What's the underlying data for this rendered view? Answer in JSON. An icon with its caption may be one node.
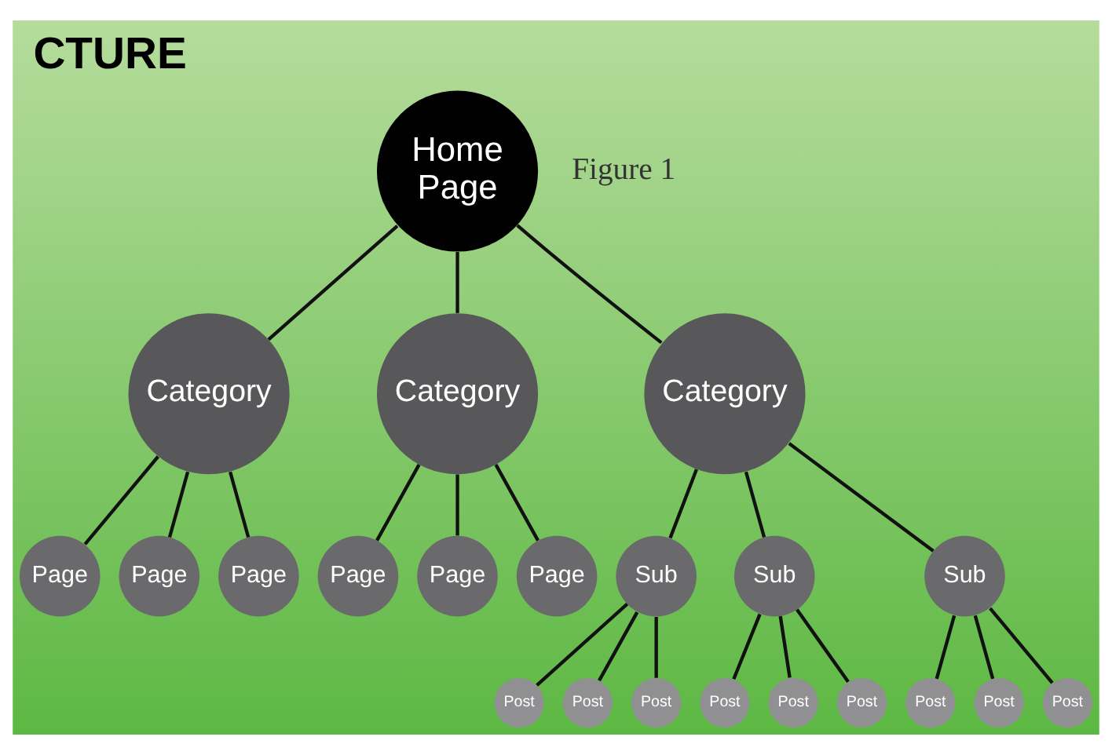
{
  "diagram": {
    "title": "CTURE",
    "nodes": [
      {
        "text": [
          "Home Page"
        ]
      },
      {
        "text": [
          "Category"
        ]
      },
      {
        "text": [
          "Category"
        ]
      },
      {
        "text": [
          "Category"
        ]
      },
      {
        "text": [
          "Page"
        ]
      },
      {
        "text": [
          "Page"
        ]
      },
      {
        "text": [
          "Page"
        ]
      },
      {
        "text": [
          "Page"
        ]
      },
      {
        "text": [
          "Page"
        ]
      },
      {
        "text": [
          "Page"
        ]
      },
      {
        "text": [
          "Sub"
        ]
      },
      {
        "text": [
          "Sub"
        ]
      },
      {
        "text": [
          "Sub"
        ]
      },
      {
        "text": [
          "Post"
        ]
      },
      {
        "text": [
          "Post"
        ]
      },
      {
        "text": [
          "Post"
        ]
      },
      {
        "text": [
          "Post"
        ]
      },
      {
        "text": [
          "Post"
        ]
      },
      {
        "text": [
          "Post"
        ]
      },
      {
        "text": [
          "Post"
        ]
      },
      {
        "text": [
          "Post"
        ]
      },
      {
        "text": [
          "Post"
        ]
      }
    ],
    "edges": [
      {
        "from": 0,
        "to": 1,
        "arrow": "none"
      },
      {
        "from": 0,
        "to": 2,
        "arrow": "none"
      },
      {
        "from": 0,
        "to": 3,
        "arrow": "none"
      },
      {
        "from": 1,
        "to": 4,
        "arrow": "none"
      },
      {
        "from": 1,
        "to": 5,
        "arrow": "none"
      },
      {
        "from": 1,
        "to": 6,
        "arrow": "none"
      },
      {
        "from": 2,
        "to": 7,
        "arrow": "none"
      },
      {
        "from": 2,
        "to": 8,
        "arrow": "none"
      },
      {
        "from": 2,
        "to": 9,
        "arrow": "none"
      },
      {
        "from": 3,
        "to": 10,
        "arrow": "none"
      },
      {
        "from": 3,
        "to": 11,
        "arrow": "none"
      },
      {
        "from": 3,
        "to": 12,
        "arrow": "none"
      },
      {
        "from": 10,
        "to": 13,
        "arrow": "none"
      },
      {
        "from": 10,
        "to": 14,
        "arrow": "none"
      },
      {
        "from": 10,
        "to": 15,
        "arrow": "none"
      },
      {
        "from": 11,
        "to": 16,
        "arrow": "none"
      },
      {
        "from": 11,
        "to": 17,
        "arrow": "none"
      },
      {
        "from": 11,
        "to": 18,
        "arrow": "none"
      },
      {
        "from": 12,
        "to": 19,
        "arrow": "none"
      },
      {
        "from": 12,
        "to": 20,
        "arrow": "none"
      },
      {
        "from": 12,
        "to": 21,
        "arrow": "none"
      }
    ],
    "labels": [
      "Figure 1"
    ]
  }
}
